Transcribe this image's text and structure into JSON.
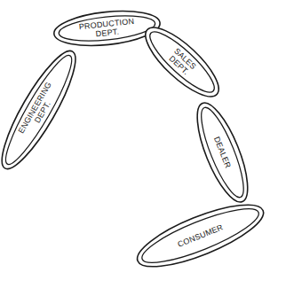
{
  "diagram": {
    "nodes": [
      {
        "text": [
          "ENGINEERING DEPT."
        ]
      },
      {
        "text": [
          "PRODUCTION DEPT."
        ]
      },
      {
        "text": [
          "SALES DEPT."
        ]
      },
      {
        "text": [
          "DEALER"
        ]
      },
      {
        "text": [
          "CONSUMER"
        ]
      }
    ]
  }
}
